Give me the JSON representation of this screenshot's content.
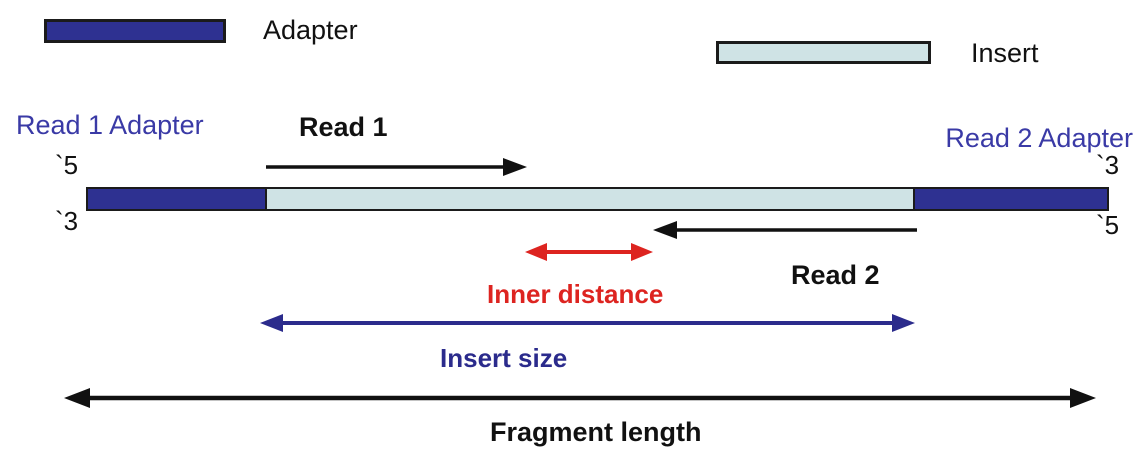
{
  "colors": {
    "adapter_fill": "#2e3191",
    "insert_fill": "#cfe3e5",
    "outline": "#1b1b1b",
    "black": "#111111",
    "blue_label": "#3a3aa6",
    "navy": "#2b2b8c",
    "red": "#dd2420"
  },
  "legend": {
    "adapter_label": "Adapter",
    "insert_label": "Insert"
  },
  "diagram": {
    "read1_adapter_label": "Read 1 Adapter",
    "read2_adapter_label": "Read 2 Adapter",
    "read1_label": "Read 1",
    "read2_label": "Read 2",
    "inner_distance_label": "Inner distance",
    "insert_size_label": "Insert size",
    "fragment_length_label": "Fragment length",
    "ends": {
      "left_top": "`5",
      "left_bottom": "`3",
      "right_top": "`3",
      "right_bottom": "`5"
    }
  }
}
